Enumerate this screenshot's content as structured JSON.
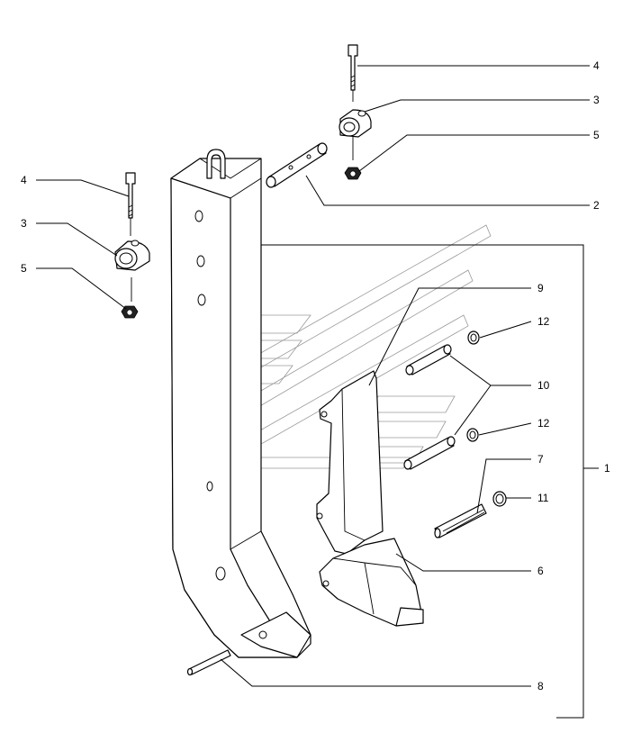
{
  "callouts": {
    "c1": "1",
    "c2": "2",
    "c3_top": "3",
    "c3_left": "3",
    "c4_top": "4",
    "c4_left": "4",
    "c5_top": "5",
    "c5_left": "5",
    "c6": "6",
    "c7": "7",
    "c8": "8",
    "c9": "9",
    "c10": "10",
    "c11": "11",
    "c12_top": "12",
    "c12_mid": "12"
  }
}
